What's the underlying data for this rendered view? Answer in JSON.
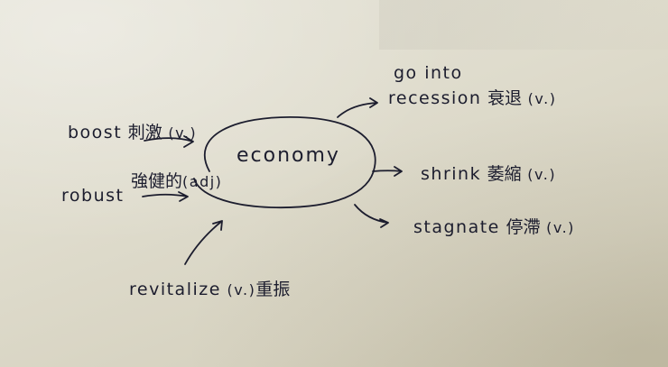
{
  "diagram": {
    "type": "mind-map",
    "medium": "handwritten on paper",
    "center": {
      "label": "economy"
    },
    "nodes": [
      {
        "id": "boost",
        "english": "boost",
        "chinese": "刺激",
        "pos": "(v.)",
        "direction": "inbound"
      },
      {
        "id": "robust",
        "english": "robust",
        "chinese": "強健的",
        "pos": "(adj)",
        "direction": "inbound"
      },
      {
        "id": "revitalize",
        "english": "revitalize",
        "chinese": "重振",
        "pos": "(v.)",
        "direction": "inbound"
      },
      {
        "id": "recession",
        "english_line1": "go into",
        "english_line2": "recession",
        "chinese": "衰退",
        "pos": "(v.)",
        "direction": "outbound"
      },
      {
        "id": "shrink",
        "english": "shrink",
        "chinese": "萎縮",
        "pos": "(v.)",
        "direction": "outbound"
      },
      {
        "id": "stagnate",
        "english": "stagnate",
        "chinese": "停滯",
        "pos": "(v.)",
        "direction": "outbound"
      }
    ],
    "colors": {
      "ink": "#1c1d2e",
      "paper": "#dfdccd"
    }
  }
}
